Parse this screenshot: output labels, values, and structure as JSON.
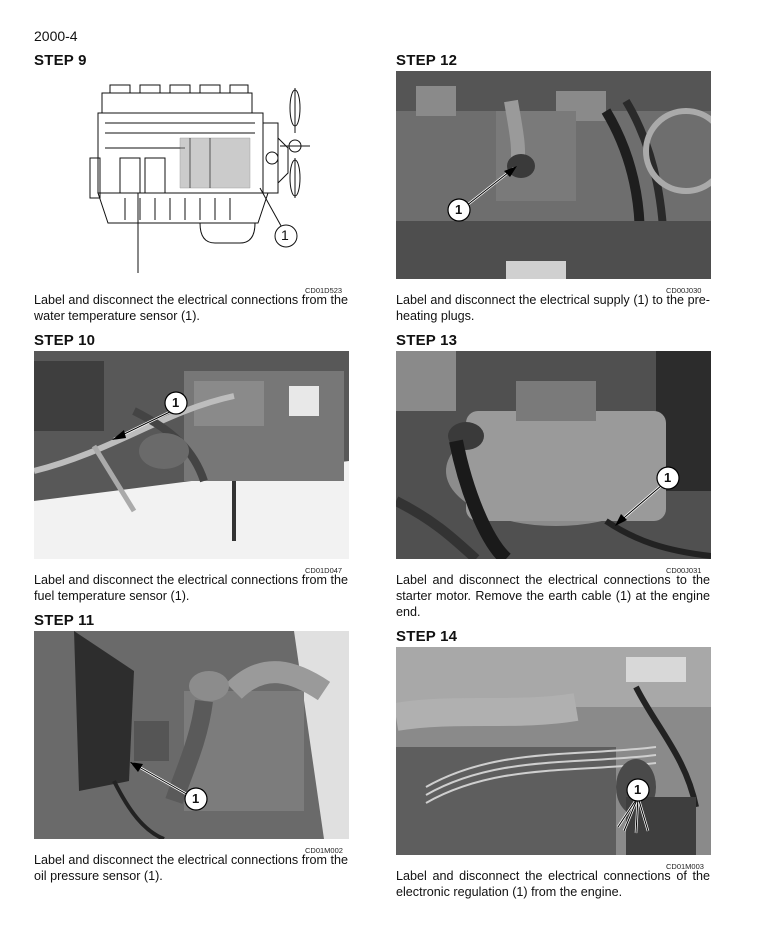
{
  "page": {
    "number": "2000-4"
  },
  "steps": [
    {
      "title": "STEP 9",
      "code": "CD01D523",
      "callout": "1",
      "description": "Label and disconnect the electrical connections from the water temperature sensor (1)."
    },
    {
      "title": "STEP 10",
      "code": "CD01D047",
      "callout": "1",
      "description": "Label and disconnect the electrical connections from the fuel temperature sensor (1)."
    },
    {
      "title": "STEP 11",
      "code": "CD01M002",
      "callout": "1",
      "description": "Label and disconnect the electrical connections from the oil pressure sensor (1)."
    },
    {
      "title": "STEP 12",
      "code": "CD00J030",
      "callout": "1",
      "description": "Label and disconnect the electrical supply (1) to the pre-heating plugs."
    },
    {
      "title": "STEP 13",
      "code": "CD00J031",
      "callout": "1",
      "description": "Label and disconnect the electrical connections to the starter motor. Remove the earth cable (1) at the engine end."
    },
    {
      "title": "STEP 14",
      "code": "CD01M003",
      "callout": "1",
      "description": "Label and disconnect the electrical connections of the electronic regulation (1) from the engine."
    }
  ]
}
